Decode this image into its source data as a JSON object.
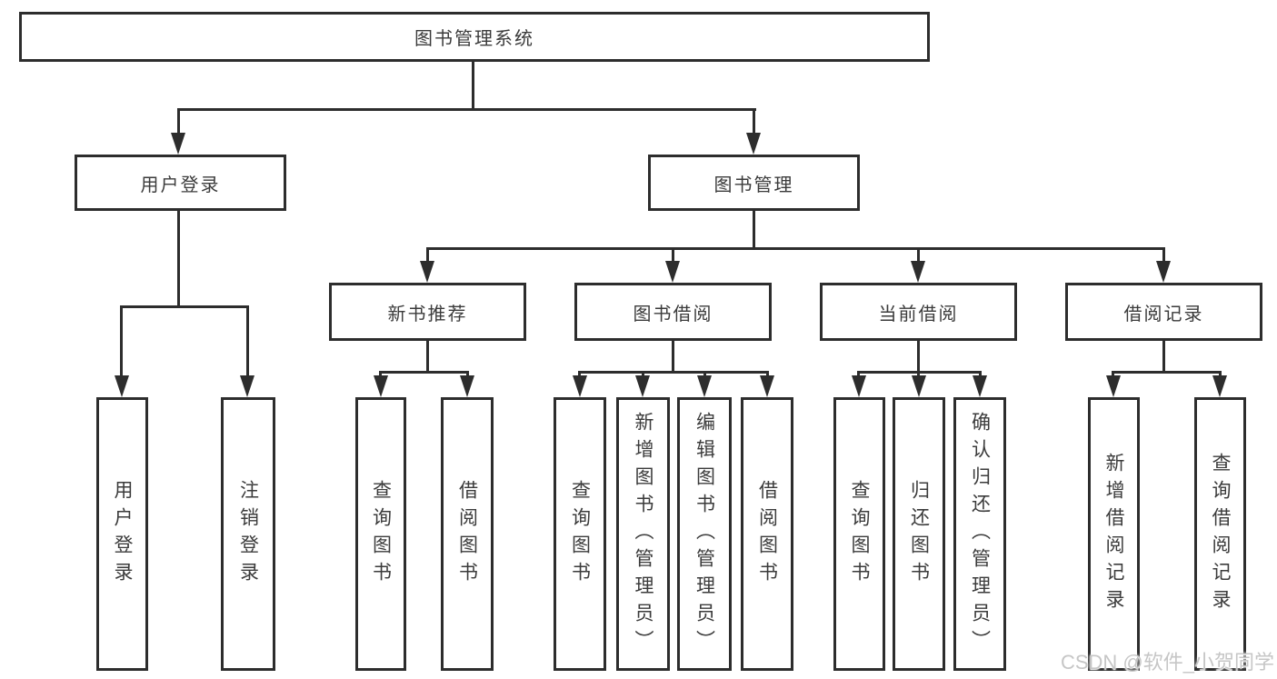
{
  "tree": {
    "root": "图书管理系统",
    "branches": [
      {
        "label": "用户登录",
        "children": [
          "用户登录",
          "注销登录"
        ]
      },
      {
        "label": "图书管理",
        "groups": [
          {
            "label": "新书推荐",
            "children": [
              "查询图书",
              "借阅图书"
            ]
          },
          {
            "label": "图书借阅",
            "children": [
              "查询图书",
              "新增图书（管理员）",
              "编辑图书（管理员）",
              "借阅图书"
            ]
          },
          {
            "label": "当前借阅",
            "children": [
              "查询图书",
              "归还图书",
              "确认归还（管理员）"
            ]
          },
          {
            "label": "借阅记录",
            "children": [
              "新增借阅记录",
              "查询借阅记录"
            ]
          }
        ]
      }
    ]
  },
  "watermark": "CSDN @软件_小贺同学",
  "colors": {
    "line": "#2d2d2d",
    "text": "#3b3b3b",
    "background": "#ffffff",
    "watermark": "#c6c6c6"
  }
}
